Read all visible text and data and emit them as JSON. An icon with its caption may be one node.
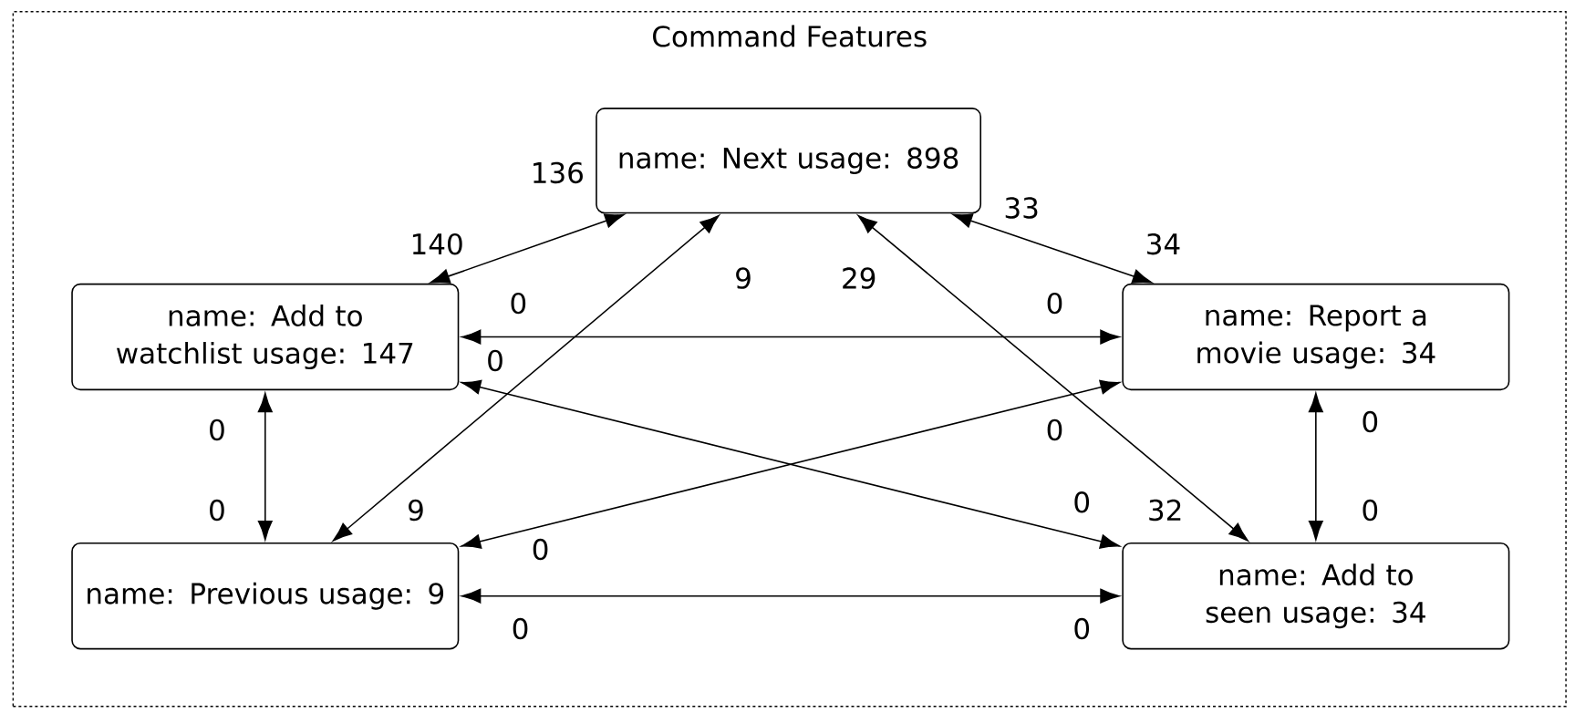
{
  "diagram": {
    "nodes": [
      {
        "text": [
          "Command Features"
        ]
      },
      {
        "text": [
          "name: Next usage: 898"
        ],
        "in": 0
      },
      {
        "text": [
          "name: Add to watchlist usage: 147"
        ],
        "in": 0
      },
      {
        "text": [
          "name: Report a movie usage: 34"
        ],
        "in": 0
      },
      {
        "text": [
          "name: Previous usage: 9"
        ],
        "in": 0
      },
      {
        "text": [
          "name: Add to seen usage: 34"
        ],
        "in": 0
      }
    ],
    "edges": [
      {
        "from": 2,
        "to": 1,
        "arrow": "both"
      },
      {
        "from": 1,
        "to": 3,
        "arrow": "both"
      },
      {
        "from": 1,
        "to": 4,
        "arrow": "both"
      },
      {
        "from": 1,
        "to": 5,
        "arrow": "both"
      },
      {
        "from": 2,
        "to": 3,
        "arrow": "both"
      },
      {
        "from": 2,
        "to": 5,
        "arrow": "both"
      },
      {
        "from": 3,
        "to": 4,
        "arrow": "both"
      },
      {
        "from": 2,
        "to": 4,
        "arrow": "both"
      },
      {
        "from": 3,
        "to": 5,
        "arrow": "both"
      },
      {
        "from": 4,
        "to": 5,
        "arrow": "both"
      }
    ],
    "labels": [
      "136",
      "33",
      "140",
      "34",
      "9",
      "29",
      "0",
      "0",
      "0",
      "0",
      "0",
      "0",
      "0",
      "9",
      "0",
      "32",
      "0",
      "0",
      "0",
      "0"
    ]
  }
}
